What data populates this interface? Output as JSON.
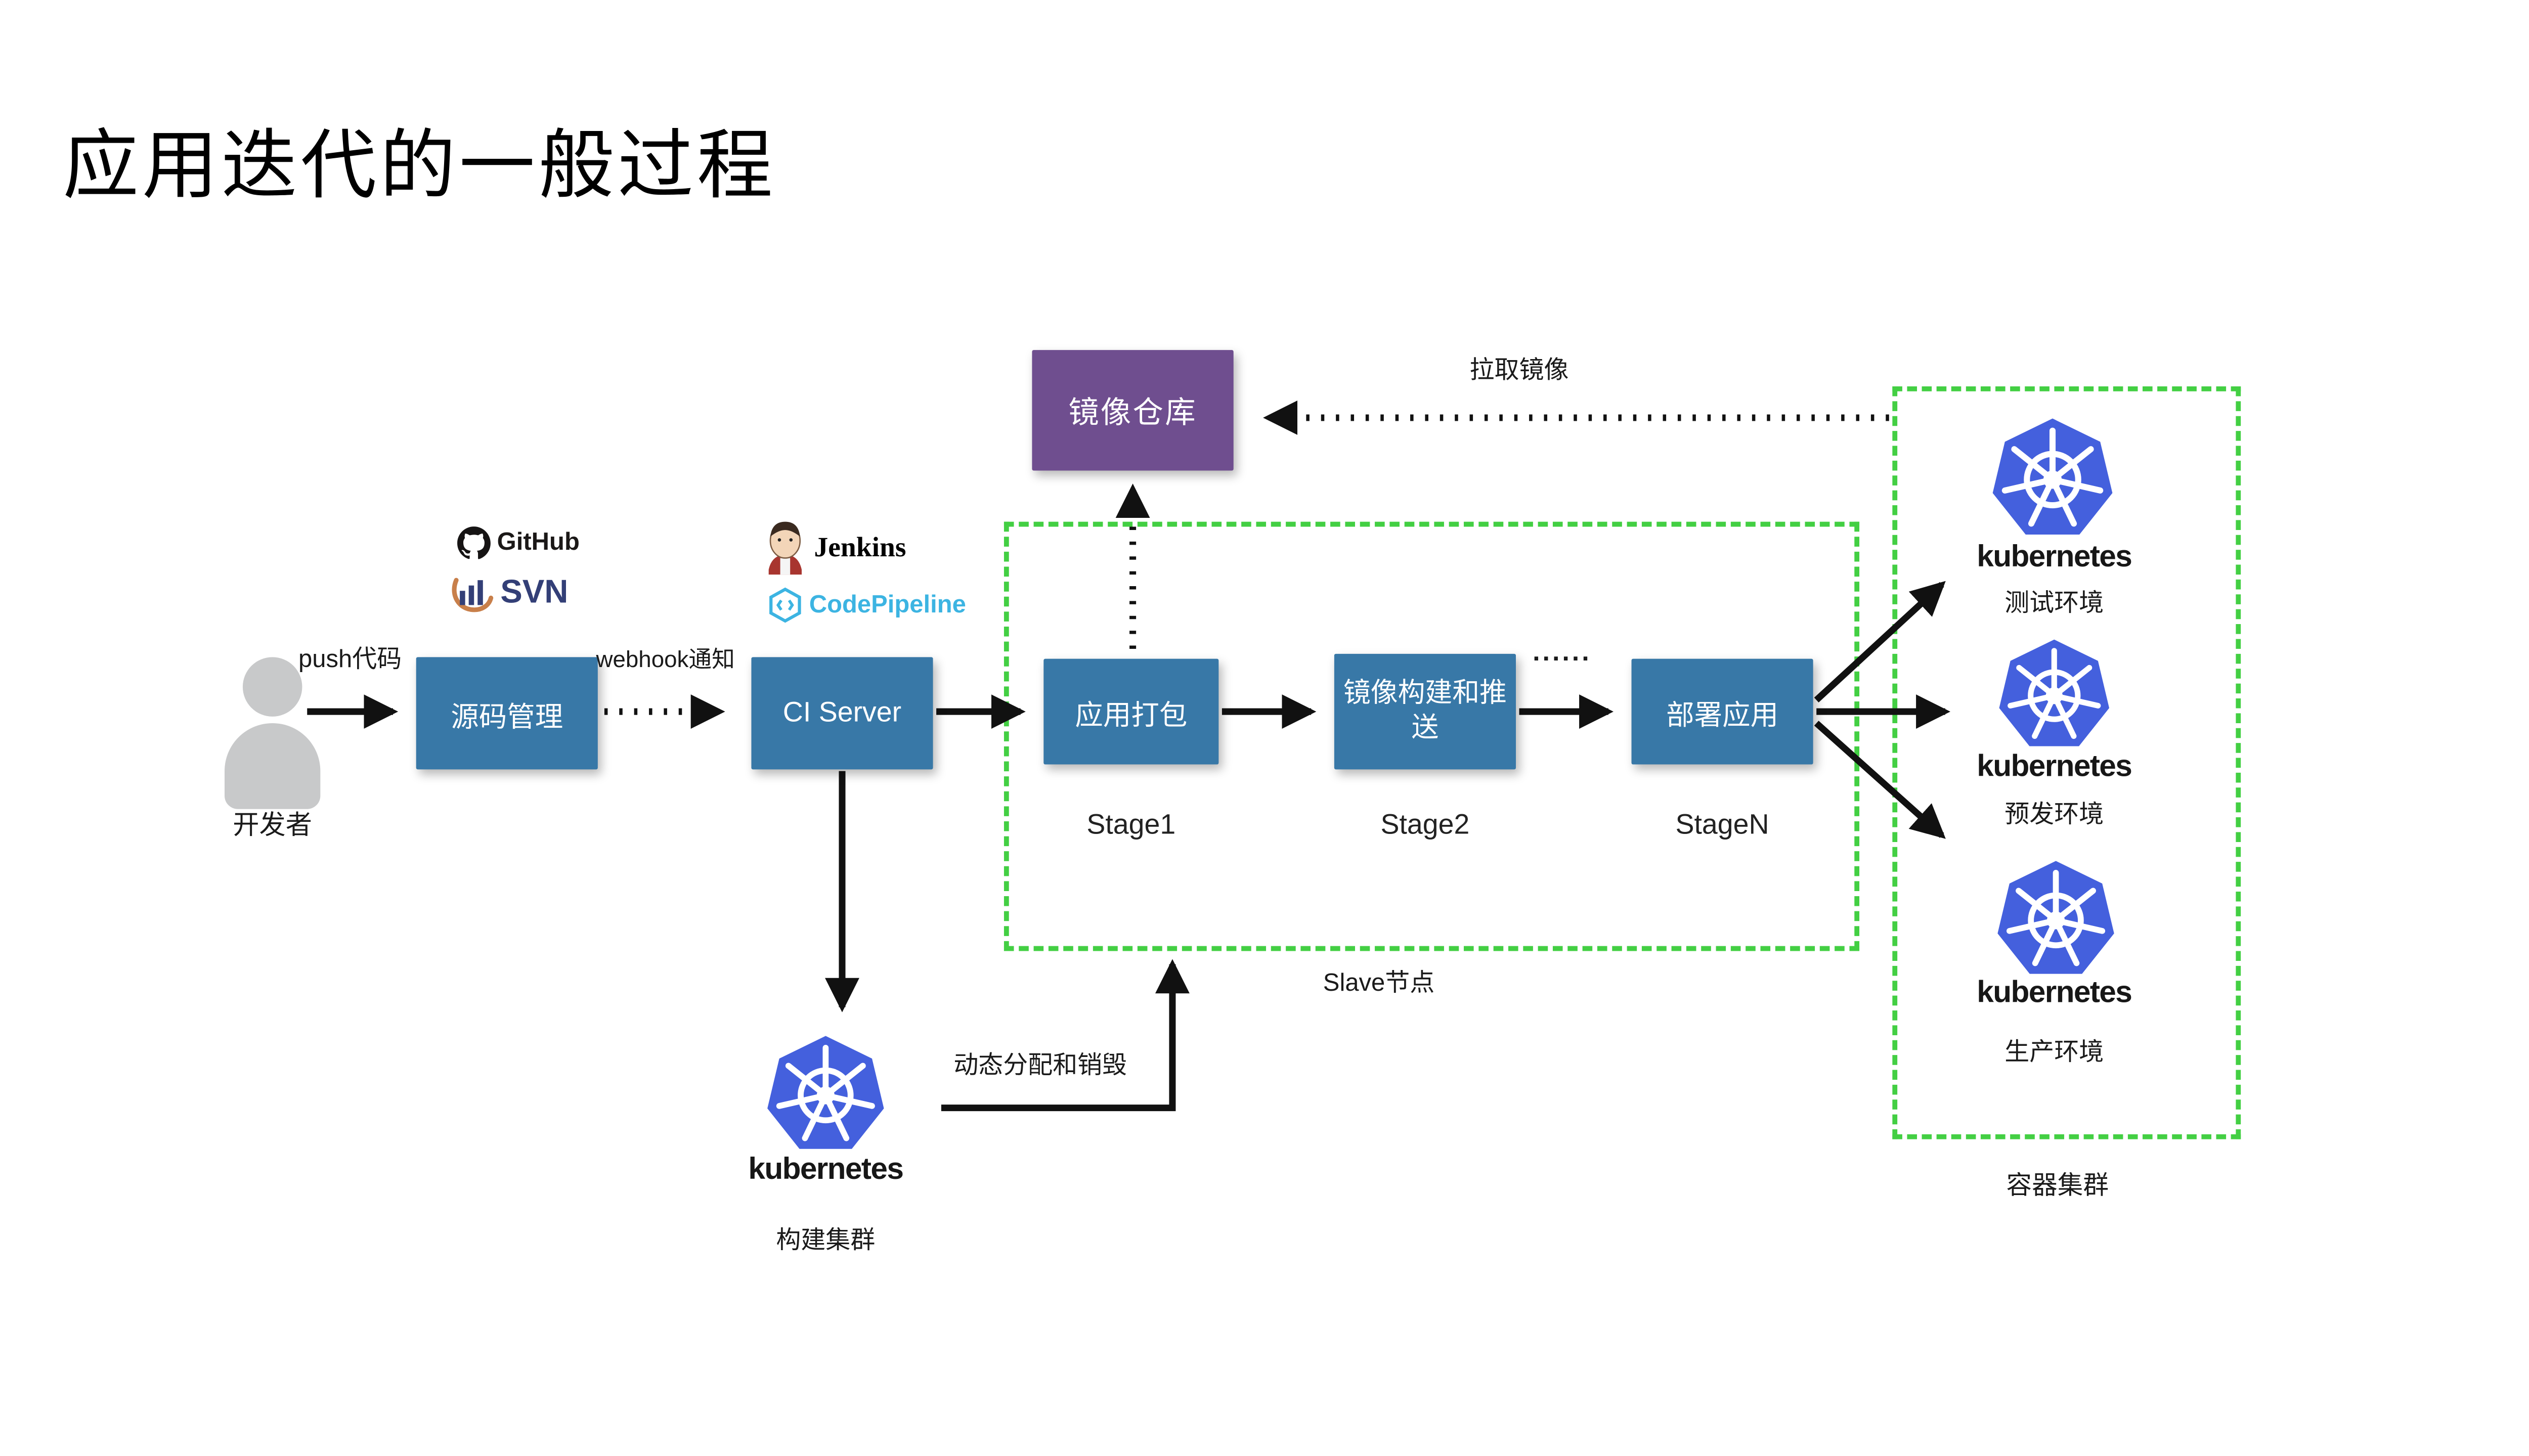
{
  "page": {
    "title": "应用迭代的一般过程"
  },
  "colors": {
    "box_blue": "#3878a7",
    "box_purple": "#6f4e8f",
    "green": "#43cf43",
    "k8s_blue": "#4460dd",
    "codepipeline_blue": "#3cb4e2",
    "svn_navy": "#333f77",
    "svn_orange": "#c87f4a",
    "person_gray": "#c8c9ca",
    "arrow_black": "#111111"
  },
  "developer": {
    "label": "开发者"
  },
  "logos": {
    "github": "GitHub",
    "svn": "SVN",
    "jenkins": "Jenkins",
    "codepipeline": "CodePipeline",
    "kubernetes": "kubernetes"
  },
  "nodes": {
    "scm": "源码管理",
    "ci": "CI Server",
    "registry": "镜像仓库",
    "stage1": "应用打包",
    "stage2": "镜像构建和推送",
    "stageN": "部署应用"
  },
  "captions": {
    "stage1": "Stage1",
    "stage2": "Stage2",
    "stageN": "StageN",
    "slave": "Slave节点",
    "build_cluster": "构建集群",
    "container_cluster": "容器集群"
  },
  "edges": {
    "push": "push代码",
    "webhook": "webhook通知",
    "pull_image": "拉取镜像",
    "dynamic": "动态分配和销毁",
    "ellipsis": "......"
  },
  "environments": {
    "test": "测试环境",
    "staging": "预发环境",
    "production": "生产环境"
  }
}
